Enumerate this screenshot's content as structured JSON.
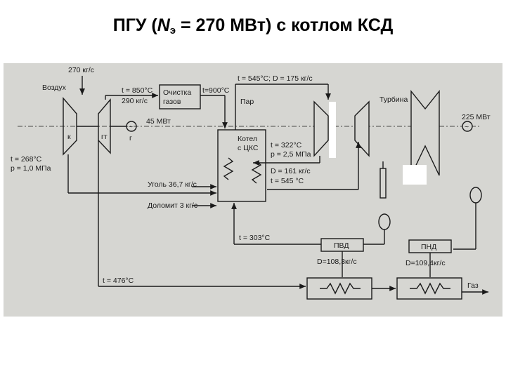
{
  "title": {
    "prefix": "ПГУ (",
    "n_symbol": "N",
    "n_sub": "э",
    "suffix": " = 270 МВт) с котлом КСД"
  },
  "diagram": {
    "air_flow": "270 кг/с",
    "air_label": "Воздух",
    "gas_temp_1": "t = 850°C",
    "gas_flow": "290 кг/с",
    "gas_cleaning": [
      "Очистка",
      "газов"
    ],
    "gas_temp_2": "t=900°C",
    "steam_params": "t = 545°C; D = 175 кг/с",
    "steam_label": "Пар",
    "turbine_label": "Турбина",
    "st_power": "225 МВт",
    "gt_power": "45 МВт",
    "compressor_letter": "к",
    "gas_turbine_letter": "гт",
    "generator_letter": "г",
    "generator_symbol": "~",
    "compressor_outlet": [
      "t = 268°C",
      "p = 1,0 МПа"
    ],
    "boiler_label": [
      "Котел",
      "с ЦКС"
    ],
    "reheat_inlet": [
      "t = 322°C",
      "p = 2,5 МПа"
    ],
    "reheat_outlet": [
      "D = 161 кг/с",
      "t = 545 °C"
    ],
    "coal_feed": "Уголь 36,7 кг/с",
    "dolomite_feed": "Доломит 3 кг/с",
    "feedwater_temp": "t = 303°C",
    "hp_heater": "ПВД",
    "lp_heater": "ПНД",
    "hp_flow": "D=108,3кг/с",
    "lp_flow": "D=109,4кг/с",
    "exhaust_temp": "t = 476°C",
    "exhaust_label": "Газ"
  },
  "colors": {
    "paper": "#d6d6d2",
    "ink": "#1a1a1a"
  }
}
